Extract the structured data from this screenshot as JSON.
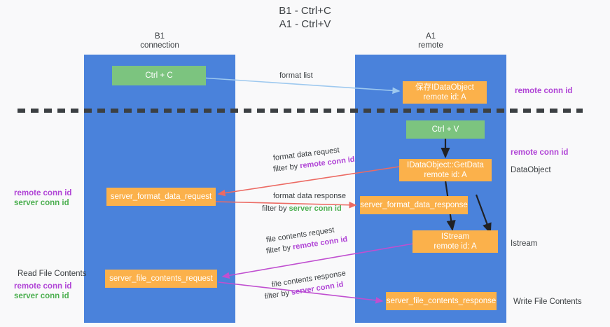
{
  "title": {
    "line1": "B1 - Ctrl+C",
    "line2": "A1 - Ctrl+V"
  },
  "columns": {
    "left": {
      "name": "B1",
      "role": "connection"
    },
    "right": {
      "name": "A1",
      "role": "remote"
    }
  },
  "nodes": {
    "ctrl_c": {
      "label": "Ctrl + C"
    },
    "save_idataobject": {
      "line1": "保存IDataObject",
      "line2": "remote id: A"
    },
    "ctrl_v": {
      "label": "Ctrl + V"
    },
    "idataobject_getdata": {
      "line1": "IDataObject::GetData",
      "line2": "remote id: A"
    },
    "server_format_data_request": {
      "label": "server_format_data_request"
    },
    "server_format_data_response": {
      "label": "server_format_data_response"
    },
    "istream": {
      "line1": "IStream",
      "line2": "remote id: A"
    },
    "server_file_contents_request": {
      "label": "server_file_contents_request"
    },
    "server_file_contents_response": {
      "label": "server_file_contents_response"
    }
  },
  "edge_labels": {
    "format_list": {
      "text": "format list"
    },
    "format_data_request": {
      "text": "format data request",
      "filter_prefix": "filter by ",
      "filter_key": "remote conn id"
    },
    "format_data_response": {
      "text": "format data response",
      "filter_prefix": "filter by ",
      "filter_key": "server conn id"
    },
    "file_contents_request": {
      "text": "file contents request",
      "filter_prefix": "filter by ",
      "filter_key": "remote conn id"
    },
    "file_contents_response": {
      "text": "file contents response",
      "filter_prefix": "filter by ",
      "filter_key": "server conn id"
    }
  },
  "annotations": {
    "right_remote_conn_id_top": "remote conn id",
    "right_remote_conn_id_middle": "remote conn id",
    "right_dataobject": "DataObject",
    "right_istream": "Istream",
    "right_write_file_contents": "Write File Contents",
    "left_remote_conn_id_1": "remote conn id",
    "left_server_conn_id_1": "server conn id",
    "left_read_file_contents": "Read File Contents",
    "left_remote_conn_id_2": "remote conn id",
    "left_server_conn_id_2": "server conn id"
  },
  "colors": {
    "lane": "#4a82db",
    "green_node": "#7cc47f",
    "orange_node": "#fbb14b",
    "purple_key": "#b044d6",
    "green_key": "#4caf50",
    "blue_arrow": "#9ec9ef",
    "red_arrow": "#ec6a63",
    "magenta_arrow": "#c04fd0",
    "black_arrow": "#202124",
    "background": "#f9f9fa"
  }
}
